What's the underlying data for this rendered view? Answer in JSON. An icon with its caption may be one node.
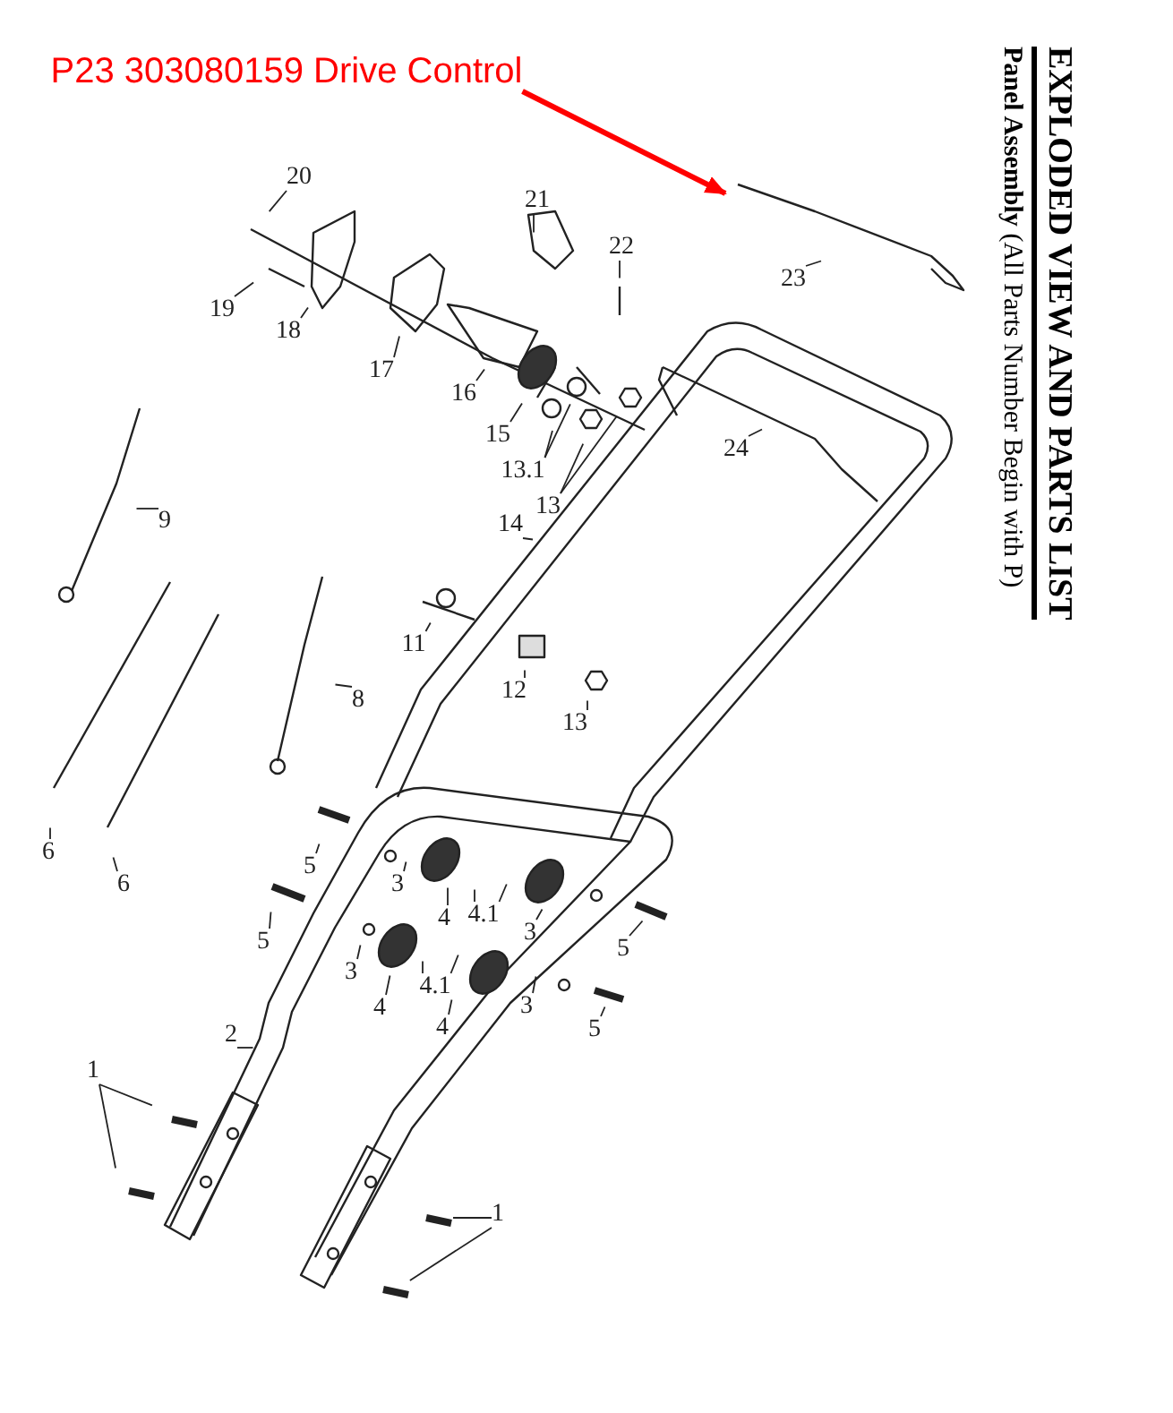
{
  "diagram": {
    "title": "EXPLODED VIEW AND PARTS LIST",
    "nodes": [
      {
        "text": [
          "P23 303080159  Drive Control"
        ]
      },
      {
        "text": [
          "20"
        ]
      },
      {
        "text": [
          "21"
        ]
      },
      {
        "text": [
          "22"
        ]
      },
      {
        "text": [
          "23"
        ]
      },
      {
        "text": [
          "19"
        ]
      },
      {
        "text": [
          "18"
        ]
      },
      {
        "text": [
          "17"
        ]
      },
      {
        "text": [
          "16"
        ]
      },
      {
        "text": [
          "15"
        ]
      },
      {
        "text": [
          "24"
        ]
      },
      {
        "text": [
          "13.1"
        ]
      },
      {
        "text": [
          "13"
        ]
      },
      {
        "text": [
          "14"
        ]
      },
      {
        "text": [
          "9"
        ]
      },
      {
        "text": [
          "11"
        ]
      },
      {
        "text": [
          "12"
        ]
      },
      {
        "text": [
          "8"
        ]
      },
      {
        "text": [
          "13"
        ]
      },
      {
        "text": [
          "5"
        ]
      },
      {
        "text": [
          "6"
        ]
      },
      {
        "text": [
          "6"
        ]
      },
      {
        "text": [
          "3"
        ]
      },
      {
        "text": [
          "4"
        ]
      },
      {
        "text": [
          "4.1"
        ]
      },
      {
        "text": [
          "3"
        ]
      },
      {
        "text": [
          "5"
        ]
      },
      {
        "text": [
          "5"
        ]
      },
      {
        "text": [
          "3"
        ]
      },
      {
        "text": [
          "4"
        ]
      },
      {
        "text": [
          "4.1"
        ]
      },
      {
        "text": [
          "3"
        ]
      },
      {
        "text": [
          "4"
        ]
      },
      {
        "text": [
          "5"
        ]
      },
      {
        "text": [
          "2"
        ]
      },
      {
        "text": [
          "1"
        ]
      },
      {
        "text": [
          "1"
        ]
      }
    ],
    "edges": [
      {
        "from": 0,
        "to": null,
        "arrow": "to",
        "style": "thick",
        "color": "#ff0000"
      },
      {
        "from": 1,
        "to": null,
        "arrow": "none"
      },
      {
        "from": 2,
        "to": null,
        "arrow": "none"
      },
      {
        "from": 3,
        "to": null,
        "arrow": "none"
      },
      {
        "from": 4,
        "to": null,
        "arrow": "none"
      },
      {
        "from": 5,
        "to": null,
        "arrow": "none"
      },
      {
        "from": 6,
        "to": null,
        "arrow": "none"
      },
      {
        "from": 7,
        "to": null,
        "arrow": "none"
      },
      {
        "from": 8,
        "to": null,
        "arrow": "none"
      },
      {
        "from": 9,
        "to": null,
        "arrow": "none"
      },
      {
        "from": 10,
        "to": null,
        "arrow": "none"
      },
      {
        "from": 11,
        "to": null,
        "arrow": "none"
      },
      {
        "from": 11,
        "to": null,
        "arrow": "none"
      },
      {
        "from": 12,
        "to": null,
        "arrow": "none"
      },
      {
        "from": 12,
        "to": null,
        "arrow": "none"
      },
      {
        "from": 13,
        "to": null,
        "arrow": "none"
      },
      {
        "from": 14,
        "to": null,
        "arrow": "none"
      },
      {
        "from": 15,
        "to": null,
        "arrow": "none"
      },
      {
        "from": 16,
        "to": null,
        "arrow": "none"
      },
      {
        "from": 17,
        "to": null,
        "arrow": "none"
      },
      {
        "from": 18,
        "to": null,
        "arrow": "none"
      },
      {
        "from": 19,
        "to": null,
        "arrow": "none"
      },
      {
        "from": 20,
        "to": null,
        "arrow": "none"
      },
      {
        "from": 21,
        "to": null,
        "arrow": "none"
      },
      {
        "from": 22,
        "to": null,
        "arrow": "none"
      },
      {
        "from": 23,
        "to": null,
        "arrow": "none"
      },
      {
        "from": 24,
        "to": null,
        "arrow": "none"
      },
      {
        "from": 24,
        "to": null,
        "arrow": "none"
      },
      {
        "from": 25,
        "to": null,
        "arrow": "none"
      },
      {
        "from": 26,
        "to": null,
        "arrow": "none"
      },
      {
        "from": 27,
        "to": null,
        "arrow": "none"
      },
      {
        "from": 28,
        "to": null,
        "arrow": "none"
      },
      {
        "from": 29,
        "to": null,
        "arrow": "none"
      },
      {
        "from": 30,
        "to": null,
        "arrow": "none"
      },
      {
        "from": 30,
        "to": null,
        "arrow": "none"
      },
      {
        "from": 31,
        "to": null,
        "arrow": "none"
      },
      {
        "from": 32,
        "to": null,
        "arrow": "none"
      },
      {
        "from": 33,
        "to": null,
        "arrow": "none"
      },
      {
        "from": 34,
        "to": null,
        "arrow": "none"
      },
      {
        "from": 35,
        "to": null,
        "arrow": "none"
      },
      {
        "from": 35,
        "to": null,
        "arrow": "none"
      },
      {
        "from": 36,
        "to": null,
        "arrow": "none"
      },
      {
        "from": 36,
        "to": null,
        "arrow": "none"
      }
    ],
    "labels": [
      "**Panel Assembly** (All Parts Number Begin with P)"
    ]
  }
}
